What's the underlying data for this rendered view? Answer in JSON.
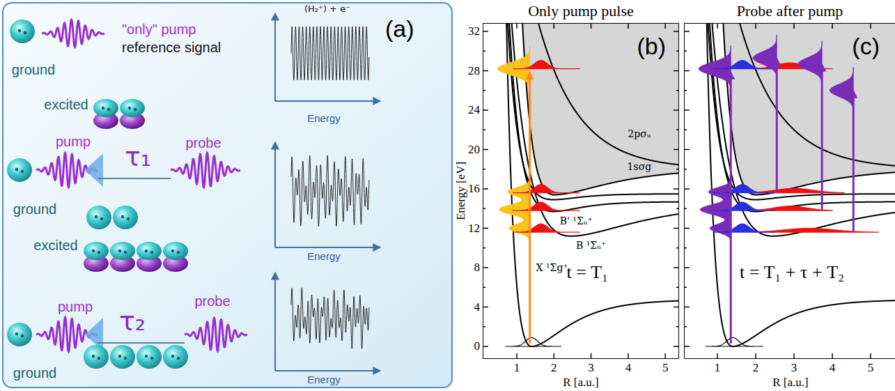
{
  "diagram": {
    "nodes": [
      {
        "text": [
          "(a)"
        ]
      },
      {
        "text": [
          "Only pump pulse",
          "(b)"
        ]
      },
      {
        "text": [
          "Probe after pump",
          "(c)"
        ]
      }
    ],
    "labels": [
      "ground",
      "\"only\" pump",
      "reference signal",
      "(H₂⁺) + e⁻",
      "Energy",
      "excited",
      "pump",
      "τ₁",
      "probe",
      "ground",
      "Energy",
      "excited",
      "pump",
      "τ₂",
      "probe",
      "ground",
      "Energy",
      "32",
      "28",
      "24",
      "20",
      "16",
      "12",
      "8",
      "4",
      "0",
      "Energy [eV]",
      "1",
      "2",
      "3",
      "4",
      "5",
      "R [a.u.]",
      "2pσᵤ",
      "1sσg",
      "B' ¹Σᵤ⁺",
      "B ¹Σᵤ⁺",
      "X ¹Σg⁺",
      "t = T₁",
      "1",
      "2",
      "3",
      "4",
      "5",
      "R [a.u.]",
      "t = T₁ + τ + T₂"
    ]
  }
}
